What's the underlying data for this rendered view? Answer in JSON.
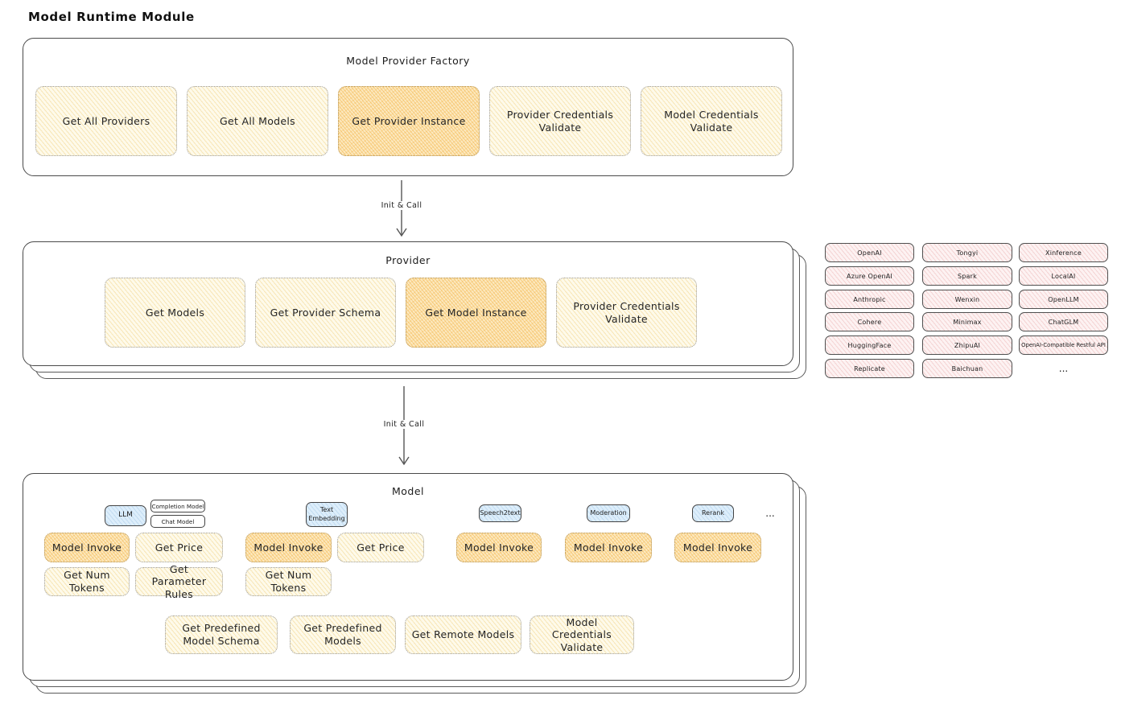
{
  "page": {
    "title": "Model Runtime Module"
  },
  "colors": {
    "cream_fill": "#fdf6dd",
    "highlight_fill": "#f9dc9c",
    "pink_fill": "#fdf1f1",
    "blue_fill": "#ddeefb",
    "box_border": "#4a4a4a"
  },
  "arrow1": {
    "label": "Init & Call"
  },
  "arrow2": {
    "label": "Init & Call"
  },
  "factory": {
    "title": "Model Provider Factory",
    "items": [
      {
        "label": "Get All Providers"
      },
      {
        "label": "Get All Models"
      },
      {
        "label": "Get Provider Instance"
      },
      {
        "label": "Provider Credentials Validate"
      },
      {
        "label": "Model Credentials Validate"
      }
    ]
  },
  "provider": {
    "title": "Provider",
    "items": [
      {
        "label": "Get Models"
      },
      {
        "label": "Get Provider Schema"
      },
      {
        "label": "Get Model Instance"
      },
      {
        "label": "Provider Credentials Validate"
      }
    ]
  },
  "vendors": {
    "col1": [
      "OpenAI",
      "Azure OpenAI",
      "Anthropic",
      "Cohere",
      "HuggingFace",
      "Replicate"
    ],
    "col2": [
      "Tongyi",
      "Spark",
      "Wenxin",
      "Minimax",
      "ZhipuAI",
      "Baichuan"
    ],
    "col3": [
      "Xinference",
      "LocalAI",
      "OpenLLM",
      "ChatGLM",
      "OpenAI-Compatible Restful API"
    ],
    "more": "..."
  },
  "model": {
    "title": "Model",
    "tabs": {
      "llm": "LLM",
      "completion": "Completion Model",
      "chat": "Chat Model",
      "text_embedding": "Text Embedding",
      "speech2text": "Speech2text",
      "moderation": "Moderation",
      "rerank": "Rerank",
      "more": "..."
    },
    "functions": {
      "model_invoke": "Model Invoke",
      "get_price": "Get Price",
      "get_num_tokens": "Get Num Tokens",
      "get_parameter_rules": "Get Parameter Rules"
    },
    "shared": [
      "Get Predefined Model Schema",
      "Get Predefined Models",
      "Get Remote Models",
      "Model Credentials Validate"
    ]
  }
}
